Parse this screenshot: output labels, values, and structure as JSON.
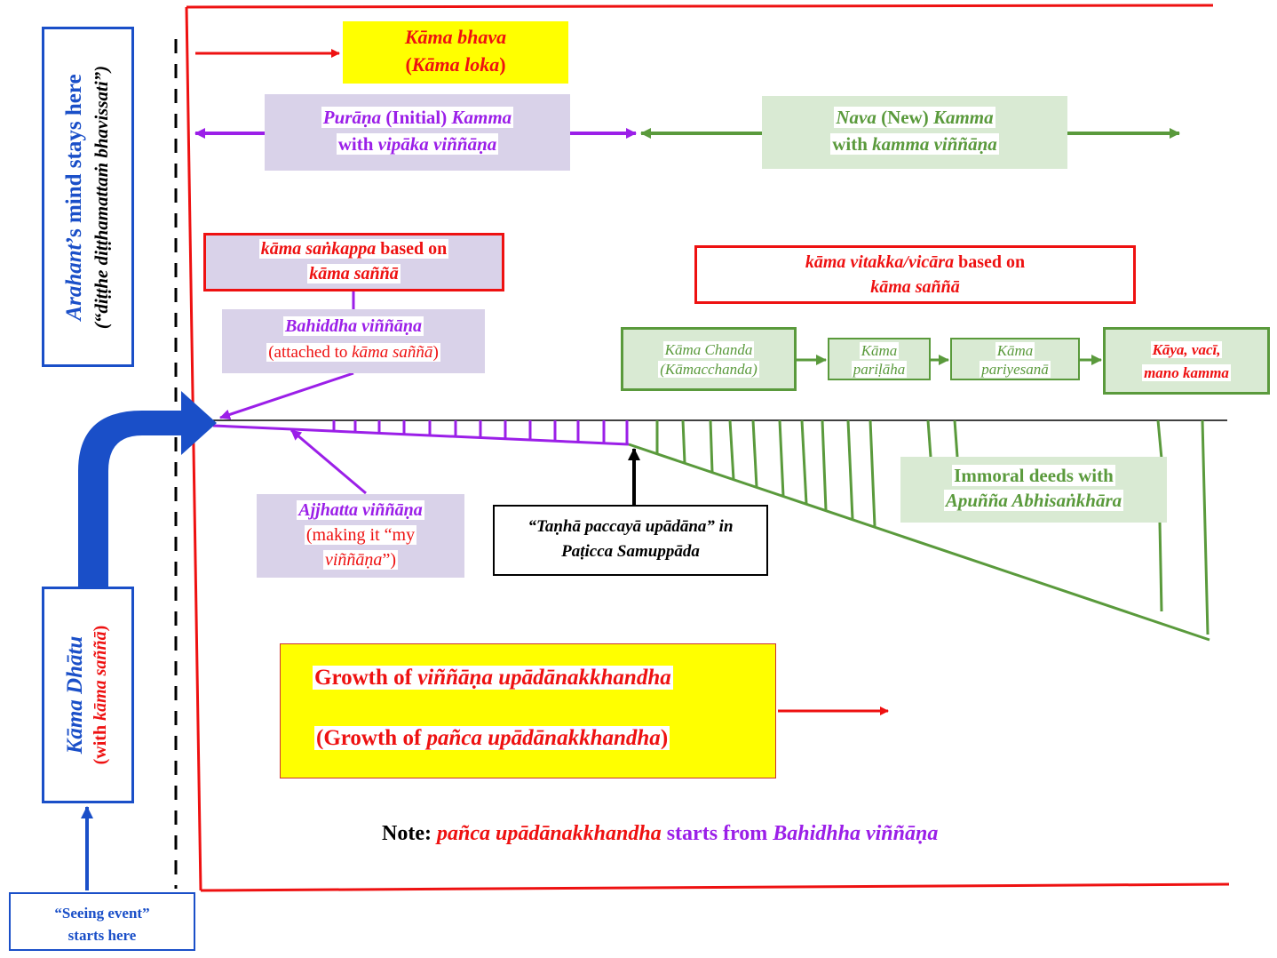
{
  "colors": {
    "red": "#ee1111",
    "purple": "#9b1fe8",
    "green": "#5a9a3c",
    "blue": "#1a4fc8",
    "yellow": "#ffff00",
    "lavender": "#d9d2e9",
    "mint": "#d9ead3"
  },
  "labels": {
    "kama_bhava": {
      "l1": "Kāma     bhava",
      "l2a": "(",
      "l2b": "Kāma loka",
      "l2c": ")"
    },
    "purana": {
      "l1a": "Purāṇa",
      "l1b": " (Initial) ",
      "l1c": "Kamma",
      "l2a": "with ",
      "l2b": "vipāka viññāṇa"
    },
    "nava": {
      "l1a": "Nava",
      "l1b": " (New) ",
      "l1c": "Kamma",
      "l2a": "with ",
      "l2b": "kamma viññāṇa"
    },
    "sankappa": {
      "l1a": "kāma saṅkappa",
      "l1b": " based on",
      "l2": "kāma saññā"
    },
    "vitakka": {
      "l1a": "kāma vitakka/vicāra",
      "l1b": " based on",
      "l2": "kāma saññā"
    },
    "bahiddha": {
      "l1": "Bahiddha viññāṇa",
      "l2a": "(attached to ",
      "l2b": "kāma saññā",
      "l2c": ")"
    },
    "chain": [
      {
        "l1": "Kāma Chanda",
        "l2": "(Kāmacchanda)"
      },
      {
        "l1": "Kāma",
        "l2": "pariḷāha"
      },
      {
        "l1": "Kāma",
        "l2": "pariyesanā"
      },
      {
        "l1": "Kāya, vacī,",
        "l2": "mano kamma"
      }
    ],
    "ajjhatta": {
      "l1": "Ajjhatta viññāṇa",
      "l2": "(making it “my",
      "l3a": "viññāṇa",
      "l3b": "”)"
    },
    "tanha": {
      "l1": "“Taṇhā paccayā upādāna” in",
      "l2": "Paṭicca Samuppāda"
    },
    "immoral": {
      "l1": "Immoral deeds with",
      "l2": "Apuñña Abhisaṅkhāra"
    },
    "growth": {
      "l1a": "Growth of ",
      "l1b": "viññāṇa upādānakkhandha",
      "l2a": "(Growth of ",
      "l2b": "pañca upādānakkhandha",
      "l2c": ")"
    },
    "note": {
      "a": "Note:  ",
      "b": "pañca upādānakkhandha",
      "c": " starts from ",
      "d": "Bahidhha viññāṇa"
    },
    "arahant": {
      "l1a": "Arahant",
      "l1b": "’s mind stays here",
      "l2": "(“diṭṭhe diṭṭhamattaṁ bhavissati”)"
    },
    "kama_dhatu": {
      "l1": "Kāma Dhātu",
      "l2a": "(with ",
      "l2b": "kāma saññā",
      "l2c": ")"
    },
    "seeing": {
      "l1": "“Seeing event”",
      "l2": "starts here"
    }
  }
}
